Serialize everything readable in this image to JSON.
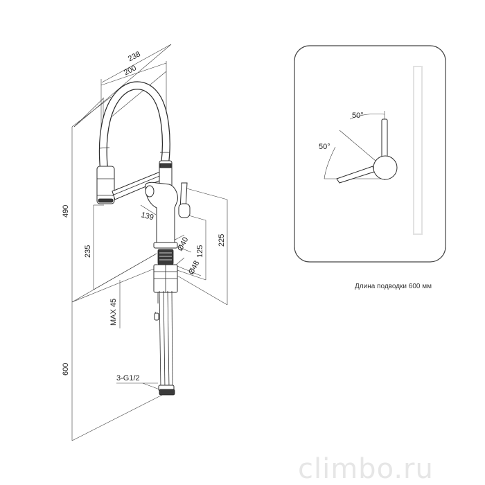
{
  "dimensions": {
    "width_238": "238",
    "width_200": "200",
    "height_490": "490",
    "height_235": "235",
    "height_225": "225",
    "height_125": "125",
    "spout_139": "139",
    "dia_40": "Ø40",
    "dia_48": "Ø48",
    "max_45": "MAX 45",
    "hose_600": "600",
    "thread": "3-G1/2"
  },
  "angle_panel": {
    "angle_top": "50°",
    "angle_left": "50°"
  },
  "note": "Длина подводки 600 мм",
  "watermark": "climbo.ru",
  "colors": {
    "line": "#2b2b2b",
    "panel_border": "#444444",
    "watermark": "#e6e6e6"
  }
}
